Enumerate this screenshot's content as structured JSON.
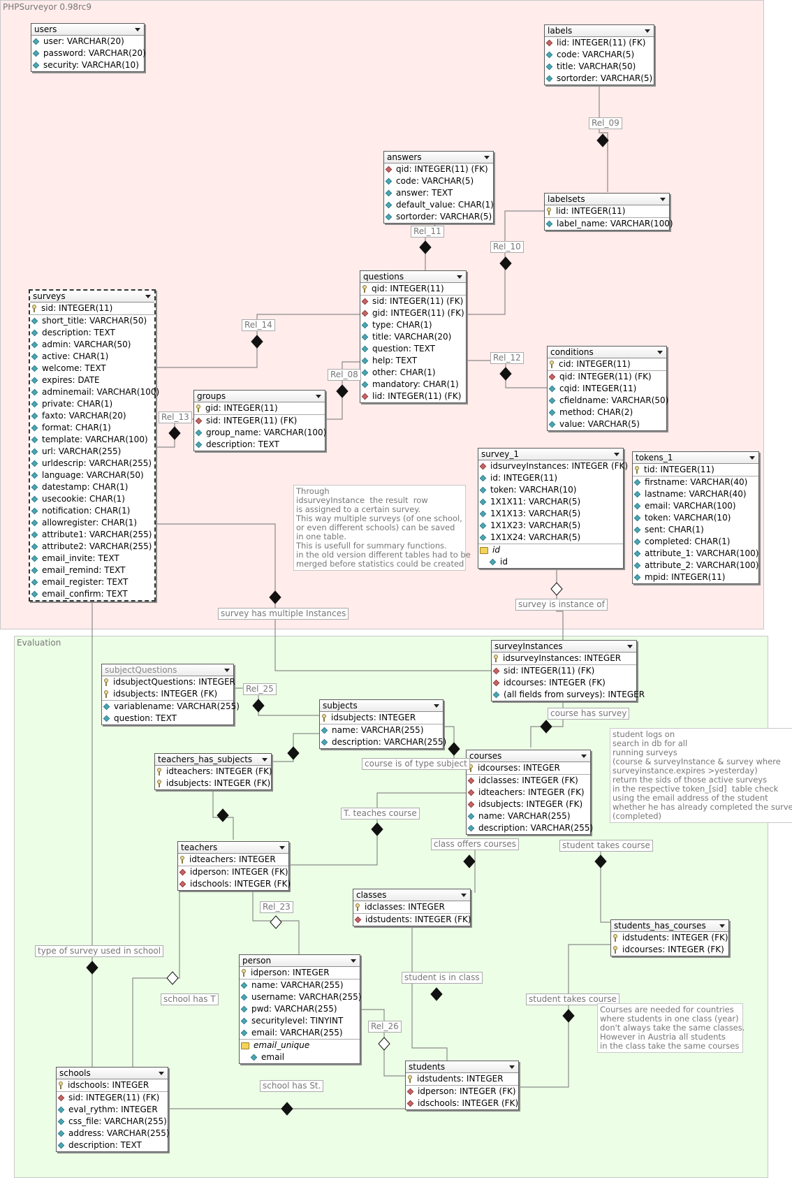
{
  "areas": {
    "top": "PHPSurveyor 0.98rc9",
    "bottom": "Evaluation"
  },
  "colors": {
    "top_area": "#ffeceb",
    "bottom_area": "#ecffe6",
    "pk_icon": "#e8d79a",
    "fk_icon": "#c86464",
    "col_icon": "#49a6b4"
  },
  "tables": {
    "users": {
      "name": "users",
      "rows": [
        {
          "t": "col",
          "text": "user: VARCHAR(20)"
        },
        {
          "t": "col",
          "text": "password: VARCHAR(20)"
        },
        {
          "t": "col",
          "text": "security: VARCHAR(10)"
        }
      ]
    },
    "labels": {
      "name": "labels",
      "rows": [
        {
          "t": "fk",
          "text": "lid: INTEGER(11) (FK)"
        },
        {
          "t": "col",
          "text": "code: VARCHAR(5)"
        },
        {
          "t": "col",
          "text": "title: VARCHAR(50)"
        },
        {
          "t": "col",
          "text": "sortorder: VARCHAR(5)"
        }
      ]
    },
    "answers": {
      "name": "answers",
      "rows": [
        {
          "t": "fk",
          "text": "qid: INTEGER(11) (FK)"
        },
        {
          "t": "col",
          "text": "code: VARCHAR(5)"
        },
        {
          "t": "col",
          "text": "answer: TEXT"
        },
        {
          "t": "col",
          "text": "default_value: CHAR(1)"
        },
        {
          "t": "col",
          "text": "sortorder: VARCHAR(5)"
        }
      ]
    },
    "labelsets": {
      "name": "labelsets",
      "rows": [
        {
          "t": "key",
          "text": "lid: INTEGER(11)"
        },
        {
          "t": "col",
          "text": "label_name: VARCHAR(100)",
          "sep": true
        }
      ]
    },
    "questions": {
      "name": "questions",
      "rows": [
        {
          "t": "key",
          "text": "qid: INTEGER(11)"
        },
        {
          "t": "fk",
          "text": "sid: INTEGER(11) (FK)",
          "sep": true
        },
        {
          "t": "fk",
          "text": "gid: INTEGER(11) (FK)"
        },
        {
          "t": "col",
          "text": "type: CHAR(1)"
        },
        {
          "t": "col",
          "text": "title: VARCHAR(20)"
        },
        {
          "t": "col",
          "text": "question: TEXT"
        },
        {
          "t": "col",
          "text": "help: TEXT"
        },
        {
          "t": "col",
          "text": "other: CHAR(1)"
        },
        {
          "t": "col",
          "text": "mandatory: CHAR(1)"
        },
        {
          "t": "fk",
          "text": "lid: INTEGER(11) (FK)"
        }
      ]
    },
    "surveys": {
      "name": "surveys",
      "rows": [
        {
          "t": "key",
          "text": "sid: INTEGER(11)"
        },
        {
          "t": "col",
          "text": "short_title: VARCHAR(50)",
          "sep": true
        },
        {
          "t": "col",
          "text": "description: TEXT"
        },
        {
          "t": "col",
          "text": "admin: VARCHAR(50)"
        },
        {
          "t": "col",
          "text": "active: CHAR(1)"
        },
        {
          "t": "col",
          "text": "welcome: TEXT"
        },
        {
          "t": "col",
          "text": "expires: DATE"
        },
        {
          "t": "col",
          "text": "adminemail: VARCHAR(100)"
        },
        {
          "t": "col",
          "text": "private: CHAR(1)"
        },
        {
          "t": "col",
          "text": "faxto: VARCHAR(20)"
        },
        {
          "t": "col",
          "text": "format: CHAR(1)"
        },
        {
          "t": "col",
          "text": "template: VARCHAR(100)"
        },
        {
          "t": "col",
          "text": "url: VARCHAR(255)"
        },
        {
          "t": "col",
          "text": "urldescrip: VARCHAR(255)"
        },
        {
          "t": "col",
          "text": "language: VARCHAR(50)"
        },
        {
          "t": "col",
          "text": "datestamp: CHAR(1)"
        },
        {
          "t": "col",
          "text": "usecookie: CHAR(1)"
        },
        {
          "t": "col",
          "text": "notification: CHAR(1)"
        },
        {
          "t": "col",
          "text": "allowregister: CHAR(1)"
        },
        {
          "t": "col",
          "text": "attribute1: VARCHAR(255)"
        },
        {
          "t": "col",
          "text": "attribute2: VARCHAR(255)"
        },
        {
          "t": "col",
          "text": "email_invite: TEXT"
        },
        {
          "t": "col",
          "text": "email_remind: TEXT"
        },
        {
          "t": "col",
          "text": "email_register: TEXT"
        },
        {
          "t": "col",
          "text": "email_confirm: TEXT"
        }
      ]
    },
    "conditions": {
      "name": "conditions",
      "rows": [
        {
          "t": "key",
          "text": "cid: INTEGER(11)"
        },
        {
          "t": "fk",
          "text": "qid: INTEGER(11) (FK)",
          "sep": true
        },
        {
          "t": "col",
          "text": "cqid: INTEGER(11)"
        },
        {
          "t": "col",
          "text": "cfieldname: VARCHAR(50)"
        },
        {
          "t": "col",
          "text": "method: CHAR(2)"
        },
        {
          "t": "col",
          "text": "value: VARCHAR(5)"
        }
      ]
    },
    "groups": {
      "name": "groups",
      "rows": [
        {
          "t": "key",
          "text": "gid: INTEGER(11)"
        },
        {
          "t": "fk",
          "text": "sid: INTEGER(11) (FK)",
          "sep": true
        },
        {
          "t": "col",
          "text": "group_name: VARCHAR(100)"
        },
        {
          "t": "col",
          "text": "description: TEXT"
        }
      ]
    },
    "survey_1": {
      "name": "survey_1",
      "rows": [
        {
          "t": "fk",
          "text": "idsurveyInstances: INTEGER (FK)"
        },
        {
          "t": "col",
          "text": "id: INTEGER(11)"
        },
        {
          "t": "col",
          "text": "token: VARCHAR(10)"
        },
        {
          "t": "col",
          "text": "1X1X11: VARCHAR(5)"
        },
        {
          "t": "col",
          "text": "1X1X13: VARCHAR(5)"
        },
        {
          "t": "col",
          "text": "1X1X23: VARCHAR(5)"
        },
        {
          "t": "col",
          "text": "1X1X24: VARCHAR(5)"
        },
        {
          "t": "idx",
          "text": "id",
          "italic": true,
          "sep": true
        },
        {
          "t": "col",
          "text": "id",
          "indent": true
        }
      ]
    },
    "tokens_1": {
      "name": "tokens_1",
      "rows": [
        {
          "t": "key",
          "text": "tid: INTEGER(11)"
        },
        {
          "t": "col",
          "text": "firstname: VARCHAR(40)",
          "sep": true
        },
        {
          "t": "col",
          "text": "lastname: VARCHAR(40)"
        },
        {
          "t": "col",
          "text": "email: VARCHAR(100)"
        },
        {
          "t": "col",
          "text": "token: VARCHAR(10)"
        },
        {
          "t": "col",
          "text": "sent: CHAR(1)"
        },
        {
          "t": "col",
          "text": "completed: CHAR(1)"
        },
        {
          "t": "col",
          "text": "attribute_1: VARCHAR(100)"
        },
        {
          "t": "col",
          "text": "attribute_2: VARCHAR(100)"
        },
        {
          "t": "col",
          "text": "mpid: INTEGER(11)"
        }
      ]
    },
    "surveyInstances": {
      "name": "surveyInstances",
      "rows": [
        {
          "t": "key",
          "text": "idsurveyInstances: INTEGER"
        },
        {
          "t": "fk",
          "text": "sid: INTEGER(11) (FK)",
          "sep": true
        },
        {
          "t": "fk",
          "text": "idcourses: INTEGER (FK)"
        },
        {
          "t": "col",
          "text": "(all fields from surveys): INTEGER"
        }
      ]
    },
    "subjectQuestions": {
      "name": "subjectQuestions",
      "grey": true,
      "rows": [
        {
          "t": "key",
          "text": "idsubjectQuestions: INTEGER"
        },
        {
          "t": "key",
          "text": "idsubjects: INTEGER (FK)"
        },
        {
          "t": "col",
          "text": "variablename: VARCHAR(255)",
          "sep": true
        },
        {
          "t": "col",
          "text": "question: TEXT"
        }
      ]
    },
    "subjects": {
      "name": "subjects",
      "rows": [
        {
          "t": "key",
          "text": "idsubjects: INTEGER"
        },
        {
          "t": "col",
          "text": "name: VARCHAR(255)",
          "sep": true
        },
        {
          "t": "col",
          "text": "description: VARCHAR(255)"
        }
      ]
    },
    "teachers_has_subjects": {
      "name": "teachers_has_subjects",
      "rows": [
        {
          "t": "key",
          "text": "idteachers: INTEGER (FK)"
        },
        {
          "t": "key",
          "text": "idsubjects: INTEGER (FK)"
        }
      ]
    },
    "courses": {
      "name": "courses",
      "rows": [
        {
          "t": "key",
          "text": "idcourses: INTEGER"
        },
        {
          "t": "fk",
          "text": "idclasses: INTEGER (FK)",
          "sep": true
        },
        {
          "t": "fk",
          "text": "idteachers: INTEGER (FK)"
        },
        {
          "t": "fk",
          "text": "idsubjects: INTEGER (FK)"
        },
        {
          "t": "col",
          "text": "name: VARCHAR(255)"
        },
        {
          "t": "col",
          "text": "description: VARCHAR(255)"
        }
      ]
    },
    "teachers": {
      "name": "teachers",
      "rows": [
        {
          "t": "key",
          "text": "idteachers: INTEGER"
        },
        {
          "t": "fk",
          "text": "idperson: INTEGER (FK)",
          "sep": true
        },
        {
          "t": "fk",
          "text": "idschools: INTEGER (FK)"
        }
      ]
    },
    "classes": {
      "name": "classes",
      "rows": [
        {
          "t": "key",
          "text": "idclasses: INTEGER"
        },
        {
          "t": "fk",
          "text": "idstudents: INTEGER (FK)",
          "sep": true
        }
      ]
    },
    "students_has_courses": {
      "name": "students_has_courses",
      "rows": [
        {
          "t": "key",
          "text": "idstudents: INTEGER (FK)"
        },
        {
          "t": "key",
          "text": "idcourses: INTEGER (FK)"
        }
      ]
    },
    "person": {
      "name": "person",
      "rows": [
        {
          "t": "key",
          "text": "idperson: INTEGER"
        },
        {
          "t": "col",
          "text": "name: VARCHAR(255)",
          "sep": true
        },
        {
          "t": "col",
          "text": "username: VARCHAR(255)"
        },
        {
          "t": "col",
          "text": "pwd: VARCHAR(255)"
        },
        {
          "t": "col",
          "text": "securitylevel: TINYINT"
        },
        {
          "t": "col",
          "text": "email: VARCHAR(255)"
        },
        {
          "t": "idx",
          "text": "email_unique",
          "italic": true,
          "sep": true
        },
        {
          "t": "col",
          "text": "email",
          "indent": true
        }
      ]
    },
    "schools": {
      "name": "schools",
      "rows": [
        {
          "t": "key",
          "text": "idschools: INTEGER"
        },
        {
          "t": "fk",
          "text": "sid: INTEGER(11) (FK)",
          "sep": true
        },
        {
          "t": "col",
          "text": "eval_rythm: INTEGER"
        },
        {
          "t": "col",
          "text": "css_file: VARCHAR(255)"
        },
        {
          "t": "col",
          "text": "address: VARCHAR(255)"
        },
        {
          "t": "col",
          "text": "description: TEXT"
        }
      ]
    },
    "students": {
      "name": "students",
      "rows": [
        {
          "t": "key",
          "text": "idstudents: INTEGER"
        },
        {
          "t": "fk",
          "text": "idperson: INTEGER (FK)",
          "sep": true
        },
        {
          "t": "fk",
          "text": "idschools: INTEGER (FK)"
        }
      ]
    }
  },
  "relations": {
    "rel_09": "Rel_09",
    "rel_10": "Rel_10",
    "rel_11": "Rel_11",
    "rel_12": "Rel_12",
    "rel_13": "Rel_13",
    "rel_14": "Rel_14",
    "rel_08": "Rel_08",
    "rel_25": "Rel_25",
    "rel_23": "Rel_23",
    "rel_26": "Rel_26",
    "survey_instances": "survey has multiple Instances",
    "survey_is_instance": "survey is instance of",
    "course_has_survey": "course has survey",
    "course_type_subject": "course is of type subject",
    "teaches_course": "T. teaches course",
    "class_offers": "class offers courses",
    "student_takes_1": "student takes course",
    "student_takes_2": "student takes course",
    "type_of_survey": "type of survey used in school",
    "school_has_t": "school has T",
    "student_in_class": "student is in class",
    "school_has_st": "school has St."
  },
  "notes": {
    "through": "Through\nidsurveyInstance  the result  row\nis assigned to a certain survey.\nThis way multiple surveys (of one school,\nor even different schools) can be saved\nin one table.\nThis is usefull for summary functions.\nin the old version different tables had to be\nmerged before statistics could be created",
    "student_logs": "student logs on\nsearch in db for all\nrunning surveys\n(course & surveyInstance & survey where\nsurveyinstance.expires >yesterday)\nreturn the sids of those active surveys\nin the respective token_[sid]  table check\nusing the email address of the student\nwhether he has already completed the survey\n(completed)",
    "courses_needed": "Courses are needed for countries\nwhere students in one class (year)\ndon't always take the same classes.\nHowever in Austria all students\nin the class take the same courses"
  }
}
